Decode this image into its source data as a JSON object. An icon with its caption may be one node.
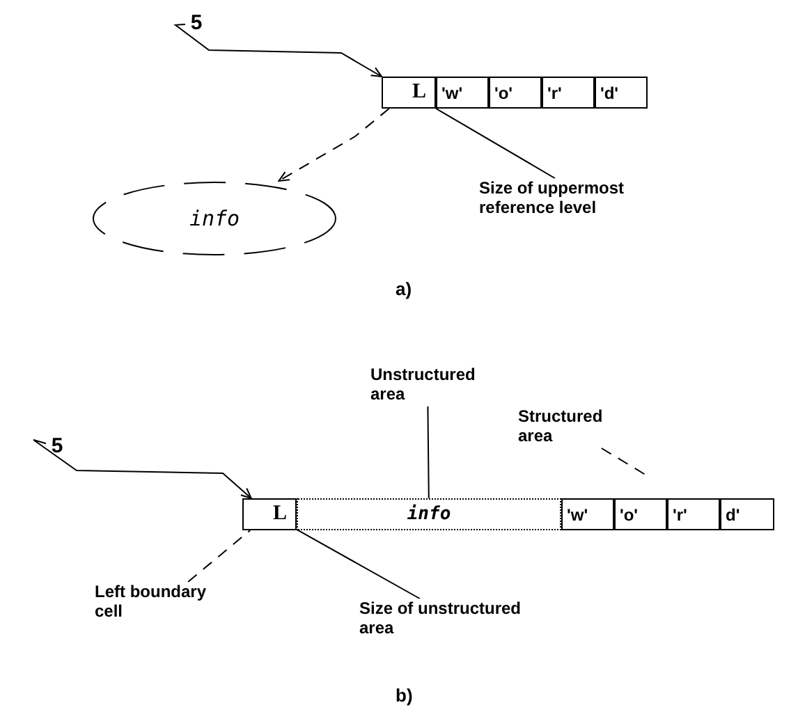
{
  "diagram": {
    "nodes": [
      {
        "text": [
          "5"
        ]
      },
      {
        "text": [
          "L"
        ]
      },
      {
        "text": [
          "'w'"
        ]
      },
      {
        "text": [
          "'o'"
        ]
      },
      {
        "text": [
          "'r'"
        ]
      },
      {
        "text": [
          "'d'"
        ]
      },
      {
        "text": [
          "info"
        ]
      },
      {
        "text": [
          "Size of uppermost reference level"
        ]
      },
      {
        "text": [
          "5"
        ]
      },
      {
        "text": [
          "L"
        ]
      },
      {
        "text": [
          "info"
        ]
      },
      {
        "text": [
          "'w'"
        ]
      },
      {
        "text": [
          "'o'"
        ]
      },
      {
        "text": [
          "'r'"
        ]
      },
      {
        "text": [
          "d'"
        ]
      },
      {
        "text": [
          "Unstructured area"
        ]
      },
      {
        "text": [
          "Structured area"
        ]
      },
      {
        "text": [
          "Left boundary cell"
        ]
      },
      {
        "text": [
          "Size of unstructured area"
        ]
      }
    ],
    "edges": [
      {
        "from": 0,
        "to": 1,
        "arrow": "to"
      },
      {
        "from": 1,
        "to": 6,
        "arrow": "to",
        "style": "dashed"
      },
      {
        "from": 7,
        "to": 1,
        "arrow": "none"
      },
      {
        "from": 8,
        "to": 9,
        "arrow": "to"
      },
      {
        "from": 15,
        "to": 10,
        "arrow": "none"
      },
      {
        "from": 16,
        "to": null,
        "arrow": "none",
        "style": "dashed"
      },
      {
        "from": 17,
        "to": 9,
        "arrow": "none",
        "style": "dashed"
      },
      {
        "from": 18,
        "to": 9,
        "arrow": "none"
      }
    ],
    "labels": [
      "a)",
      "b)"
    ]
  }
}
